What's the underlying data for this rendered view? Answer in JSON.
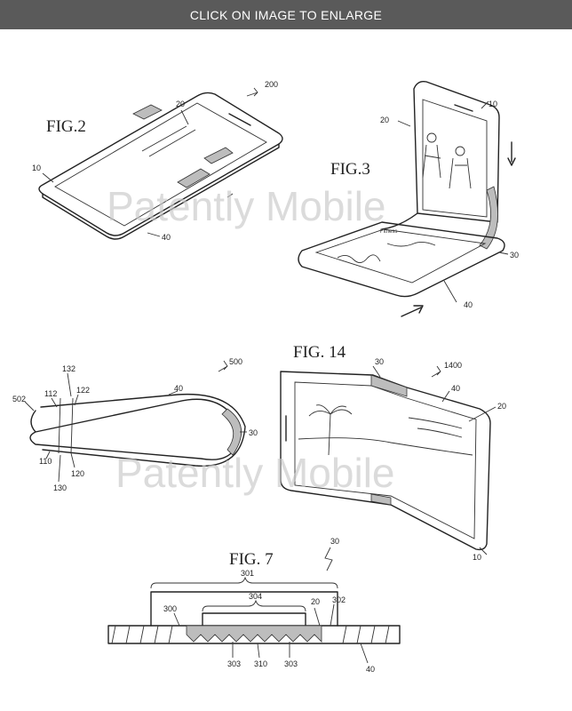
{
  "header": {
    "enlarge_label": "CLICK ON IMAGE TO ENLARGE"
  },
  "watermark": {
    "text": "Patently Mobile"
  },
  "figures": {
    "fig2": {
      "label": "FIG.2",
      "refs": {
        "r200": "200",
        "r20": "20",
        "r10": "10",
        "r40": "40"
      }
    },
    "fig3": {
      "label": "FIG.3",
      "refs": {
        "r10": "10",
        "r20": "20",
        "r30": "30",
        "r40": "40"
      },
      "screen_text": "Fitness"
    },
    "fig5": {
      "refs": {
        "r500": "500",
        "r132": "132",
        "r40": "40",
        "r502": "502",
        "r112": "112",
        "r122": "122",
        "r30": "30",
        "r110": "110",
        "r120": "120",
        "r130": "130"
      }
    },
    "fig14": {
      "label": "FIG. 14",
      "refs": {
        "r30": "30",
        "r1400": "1400",
        "r40": "40",
        "r20": "20",
        "r10": "10"
      }
    },
    "fig7": {
      "label": "FIG. 7",
      "refs": {
        "r30": "30",
        "r301": "301",
        "r304": "304",
        "r300": "300",
        "r20": "20",
        "r302": "302",
        "r303a": "303",
        "r310": "310",
        "r303b": "303",
        "r40": "40"
      }
    }
  },
  "colors": {
    "header_bg": "#5a5a5a",
    "line": "#222222",
    "watermark": "#c9c9c9"
  }
}
